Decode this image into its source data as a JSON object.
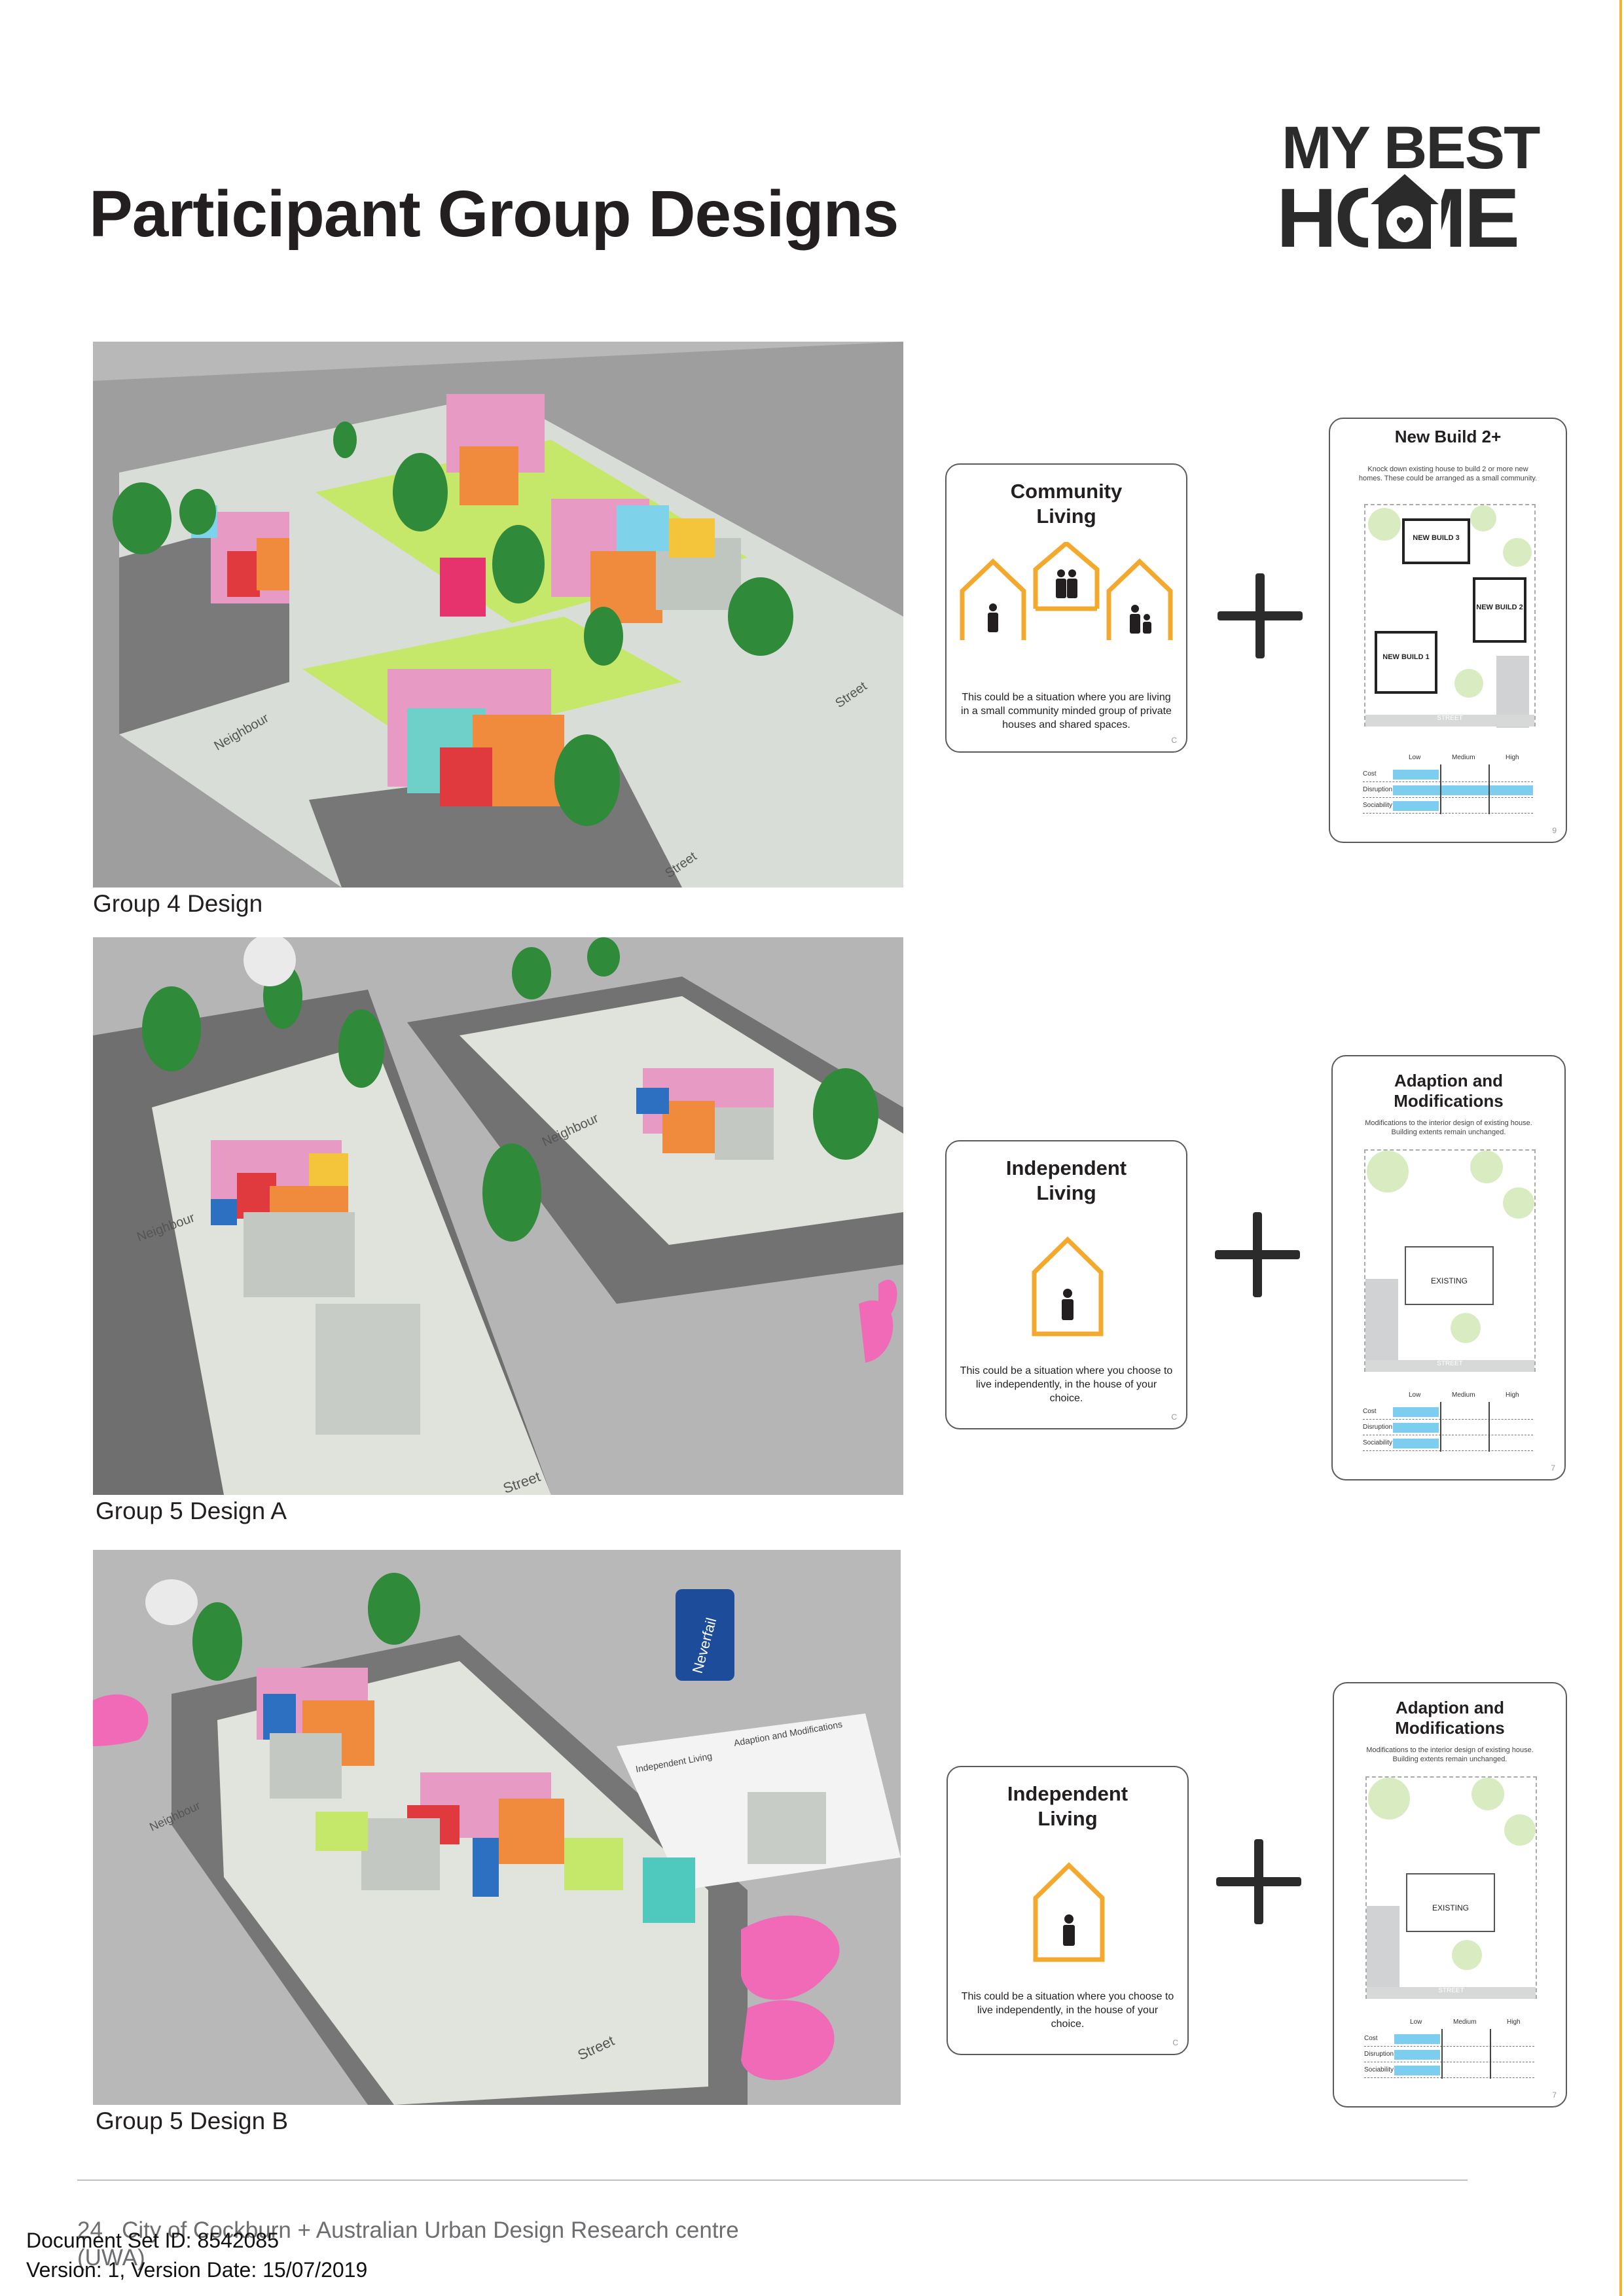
{
  "page": {
    "title": "Participant Group Designs",
    "logo_line1": "MY BEST",
    "logo_line2": "HOME",
    "accent": "#f2b233",
    "footer_page": "24",
    "footer_text": "City of Cockburn + Australian Urban Design Research centre",
    "footer_org": "(UWA)",
    "stamp_line1": "Document Set ID: 8542085",
    "stamp_line2": "Version: 1, Version Date: 15/07/2019"
  },
  "rows": [
    {
      "caption": "Group 4 Design",
      "photo_labels": [
        "Neighbour",
        "Street",
        "Street"
      ],
      "living_card": {
        "title_line1": "Community",
        "title_line2": "Living",
        "description": "This could be a situation where you are living in a small community minded group of private houses and shared spaces.",
        "icon": "three-houses-icon",
        "number": "C"
      },
      "option_card": {
        "title": "New Build 2+",
        "description": "Knock down existing house to build 2 or more new homes. These could be arranged as a small community.",
        "buildings": [
          "NEW BUILD 3",
          "NEW BUILD 2",
          "NEW BUILD 1"
        ],
        "street_label": "STREET",
        "table_headers": [
          "Low",
          "Medium",
          "High"
        ],
        "table_rows": [
          {
            "label": "Cost",
            "level": 0.33
          },
          {
            "label": "Disruption",
            "level": 1.0
          },
          {
            "label": "Sociability",
            "level": 0.33
          }
        ],
        "number": "9"
      }
    },
    {
      "caption": "Group 5 Design A",
      "photo_labels": [
        "Neighbour",
        "Neighbour",
        "Street"
      ],
      "living_card": {
        "title_line1": "Independent",
        "title_line2": "Living",
        "description": "This could be a situation where you choose to live independently, in the house of your choice.",
        "icon": "single-house-icon",
        "number": "C"
      },
      "option_card": {
        "title_line1": "Adaption and",
        "title_line2": "Modifications",
        "description": "Modifications to the interior design of existing house. Building extents remain unchanged.",
        "existing_label": "EXISTING",
        "street_label": "STREET",
        "table_headers": [
          "Low",
          "Medium",
          "High"
        ],
        "table_rows": [
          {
            "label": "Cost",
            "level": 0.33
          },
          {
            "label": "Disruption",
            "level": 0.33
          },
          {
            "label": "Sociability",
            "level": 0.33
          }
        ],
        "number": "7"
      }
    },
    {
      "caption": "Group 5 Design B",
      "photo_labels": [
        "Neighbour",
        "Street",
        "Independent Living",
        "Adaption and Modifications",
        "Neverfail"
      ],
      "living_card": {
        "title_line1": "Independent",
        "title_line2": "Living",
        "description": "This could be a situation where you choose to live independently, in the house of your choice.",
        "icon": "single-house-icon",
        "number": "C"
      },
      "option_card": {
        "title_line1": "Adaption and",
        "title_line2": "Modifications",
        "description": "Modifications to the interior design of existing house. Building extents remain unchanged.",
        "existing_label": "EXISTING",
        "street_label": "STREET",
        "table_headers": [
          "Low",
          "Medium",
          "High"
        ],
        "table_rows": [
          {
            "label": "Cost",
            "level": 0.33
          },
          {
            "label": "Disruption",
            "level": 0.33
          },
          {
            "label": "Sociability",
            "level": 0.33
          }
        ],
        "number": "7"
      }
    }
  ]
}
